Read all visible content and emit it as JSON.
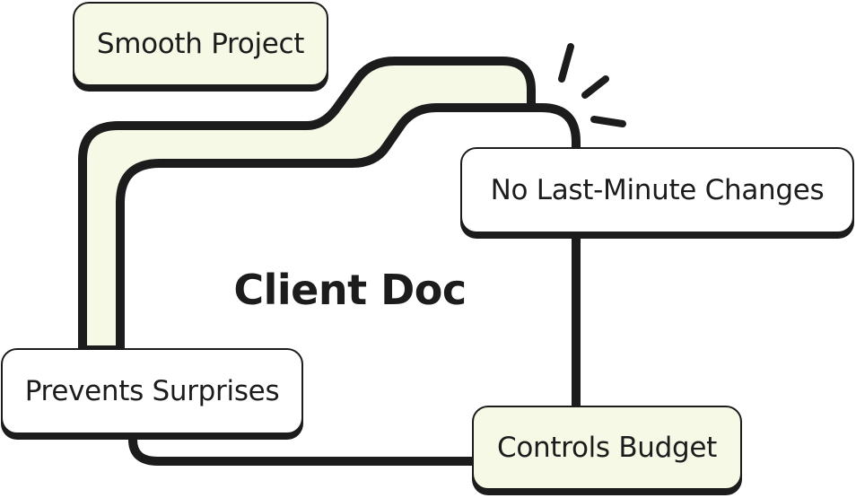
{
  "diagram": {
    "title": "Client Doc",
    "benefits": [
      {
        "label": "Smooth Project"
      },
      {
        "label": "No Last-Minute Changes"
      },
      {
        "label": "Prevents Surprises"
      },
      {
        "label": "Controls Budget"
      }
    ]
  },
  "colors": {
    "outline": "#1c1c1c",
    "folder_tab": "#f6f9e6",
    "folder_body": "#ffffff"
  },
  "icons": {
    "folder": "folder-icon",
    "sparkle": "sparkle-accent-icon"
  }
}
